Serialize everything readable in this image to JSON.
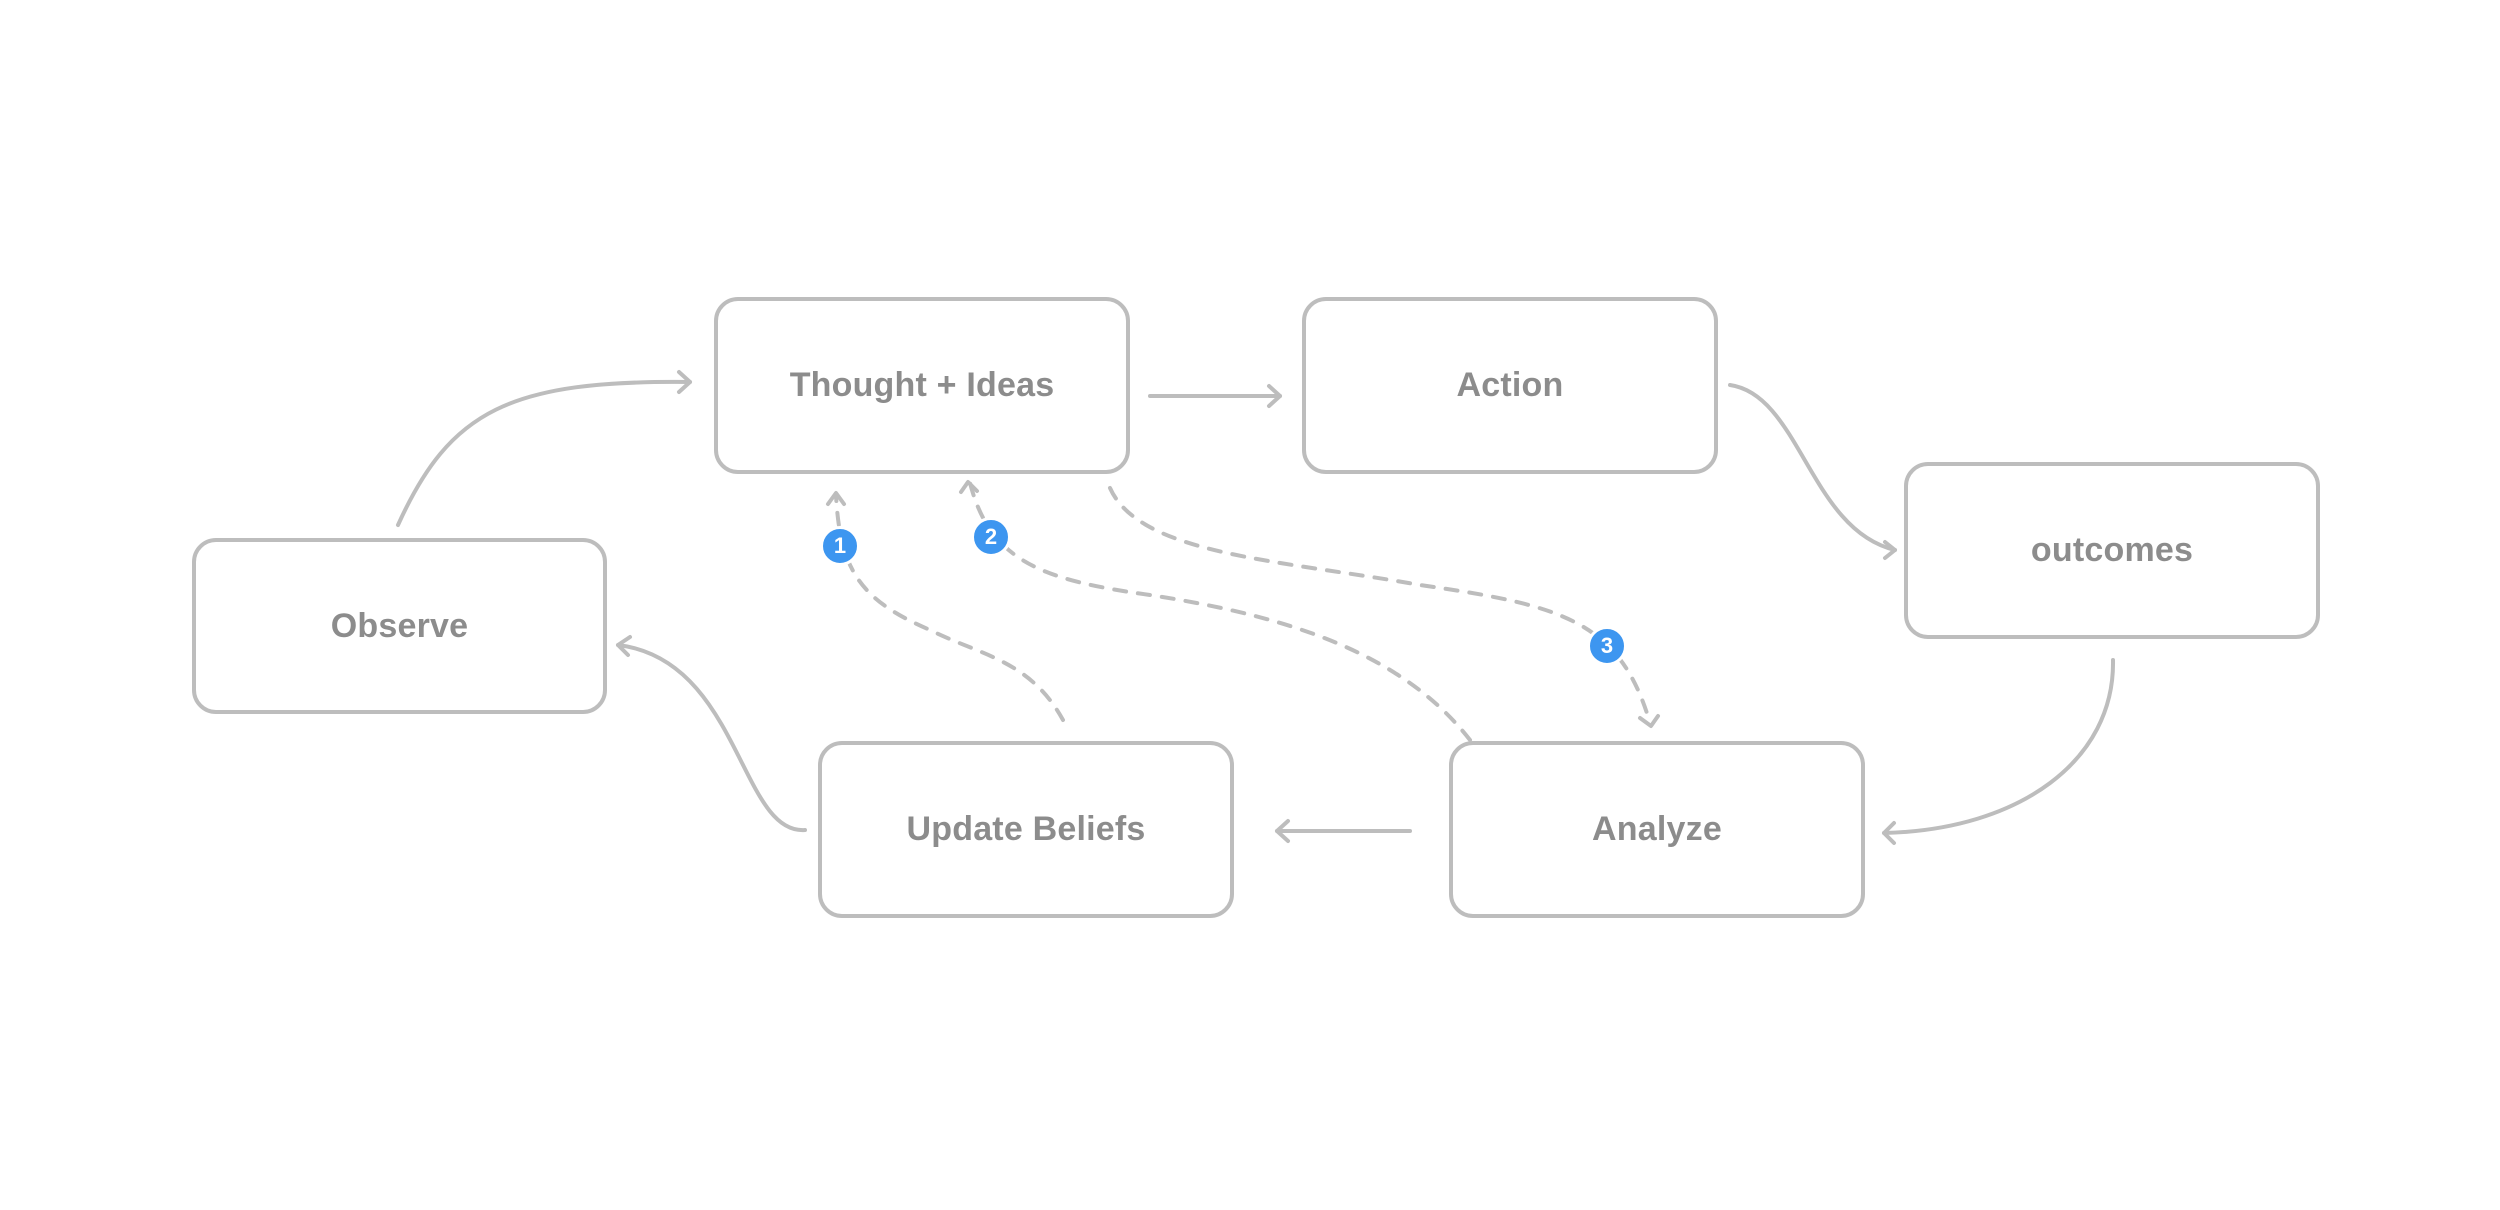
{
  "diagram": {
    "nodes": {
      "observe": "Observe",
      "thought": "Thought + Ideas",
      "action": "Action",
      "outcomes": "outcomes",
      "analyze": "Analyze",
      "update": "Update Beliefs"
    },
    "badges": [
      "1",
      "2",
      "3"
    ],
    "colors": {
      "node_border": "#bdbdbd",
      "node_text": "#8c8c8c",
      "connector": "#bdbdbd",
      "badge": "#3d96f0"
    }
  }
}
